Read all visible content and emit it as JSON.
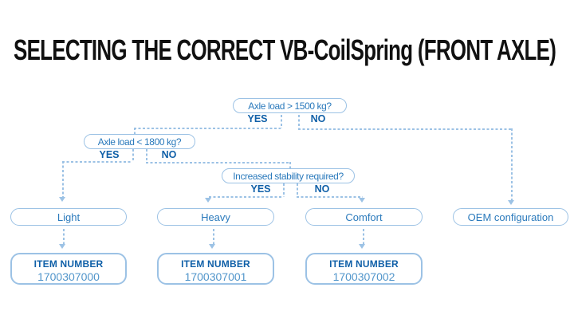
{
  "title": "SELECTING THE CORRECT VB-CoilSpring (FRONT AXLE)",
  "colors": {
    "question_text_blue": "#2b7abc",
    "bold_label_blue": "#1060a8",
    "connector_line_blue": "#9cc2e5",
    "item_number_blue": "#5296cb",
    "title_color": "#111111"
  },
  "flowchart": {
    "decisions": [
      {
        "question": "Axle load > 1500 kg?",
        "yes": "YES",
        "no": "NO"
      },
      {
        "question": "Axle load < 1800 kg?",
        "yes": "YES",
        "no": "NO"
      },
      {
        "question": "Increased stability required?",
        "yes": "YES",
        "no": "NO"
      }
    ],
    "outcomes": [
      {
        "label": "Light",
        "item_label": "ITEM NUMBER",
        "item_number": "1700307000"
      },
      {
        "label": "Heavy",
        "item_label": "ITEM NUMBER",
        "item_number": "1700307001"
      },
      {
        "label": "Comfort",
        "item_label": "ITEM NUMBER",
        "item_number": "1700307002"
      },
      {
        "label": "OEM configuration"
      }
    ]
  }
}
